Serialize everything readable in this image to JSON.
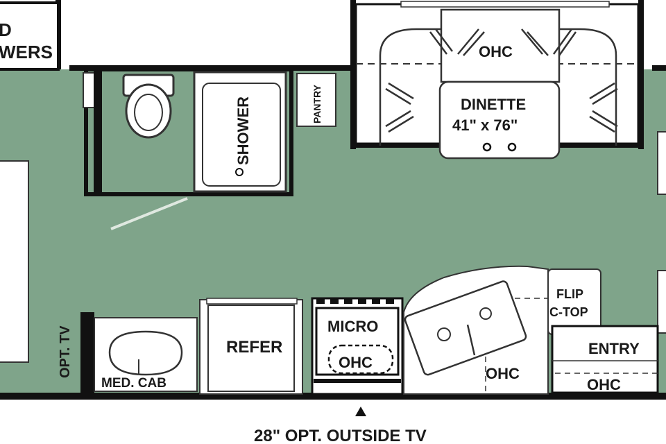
{
  "colors": {
    "floor": "#7fa48a",
    "wall": "#111111",
    "fixture": "#ffffff",
    "line": "#2a2a2a",
    "background": "#ffffff"
  },
  "labels": {
    "drawers": "D\nWERS",
    "ohc_dinette": "OHC",
    "dinette_name": "DINETTE",
    "dinette_size": "41\" x 76\"",
    "shower": "SHOWER",
    "pantry": "PANTRY",
    "opt_tv": "OPT. TV",
    "med_cab": "MED. CAB",
    "refer": "REFER",
    "micro": "MICRO",
    "ohc_micro": "OHC",
    "ohc_kitchen": "OHC",
    "flip_ctop": "FLIP\nC-TOP",
    "entry": "ENTRY",
    "ohc_entry": "OHC",
    "outside_tv": "28\" OPT. OUTSIDE TV"
  }
}
